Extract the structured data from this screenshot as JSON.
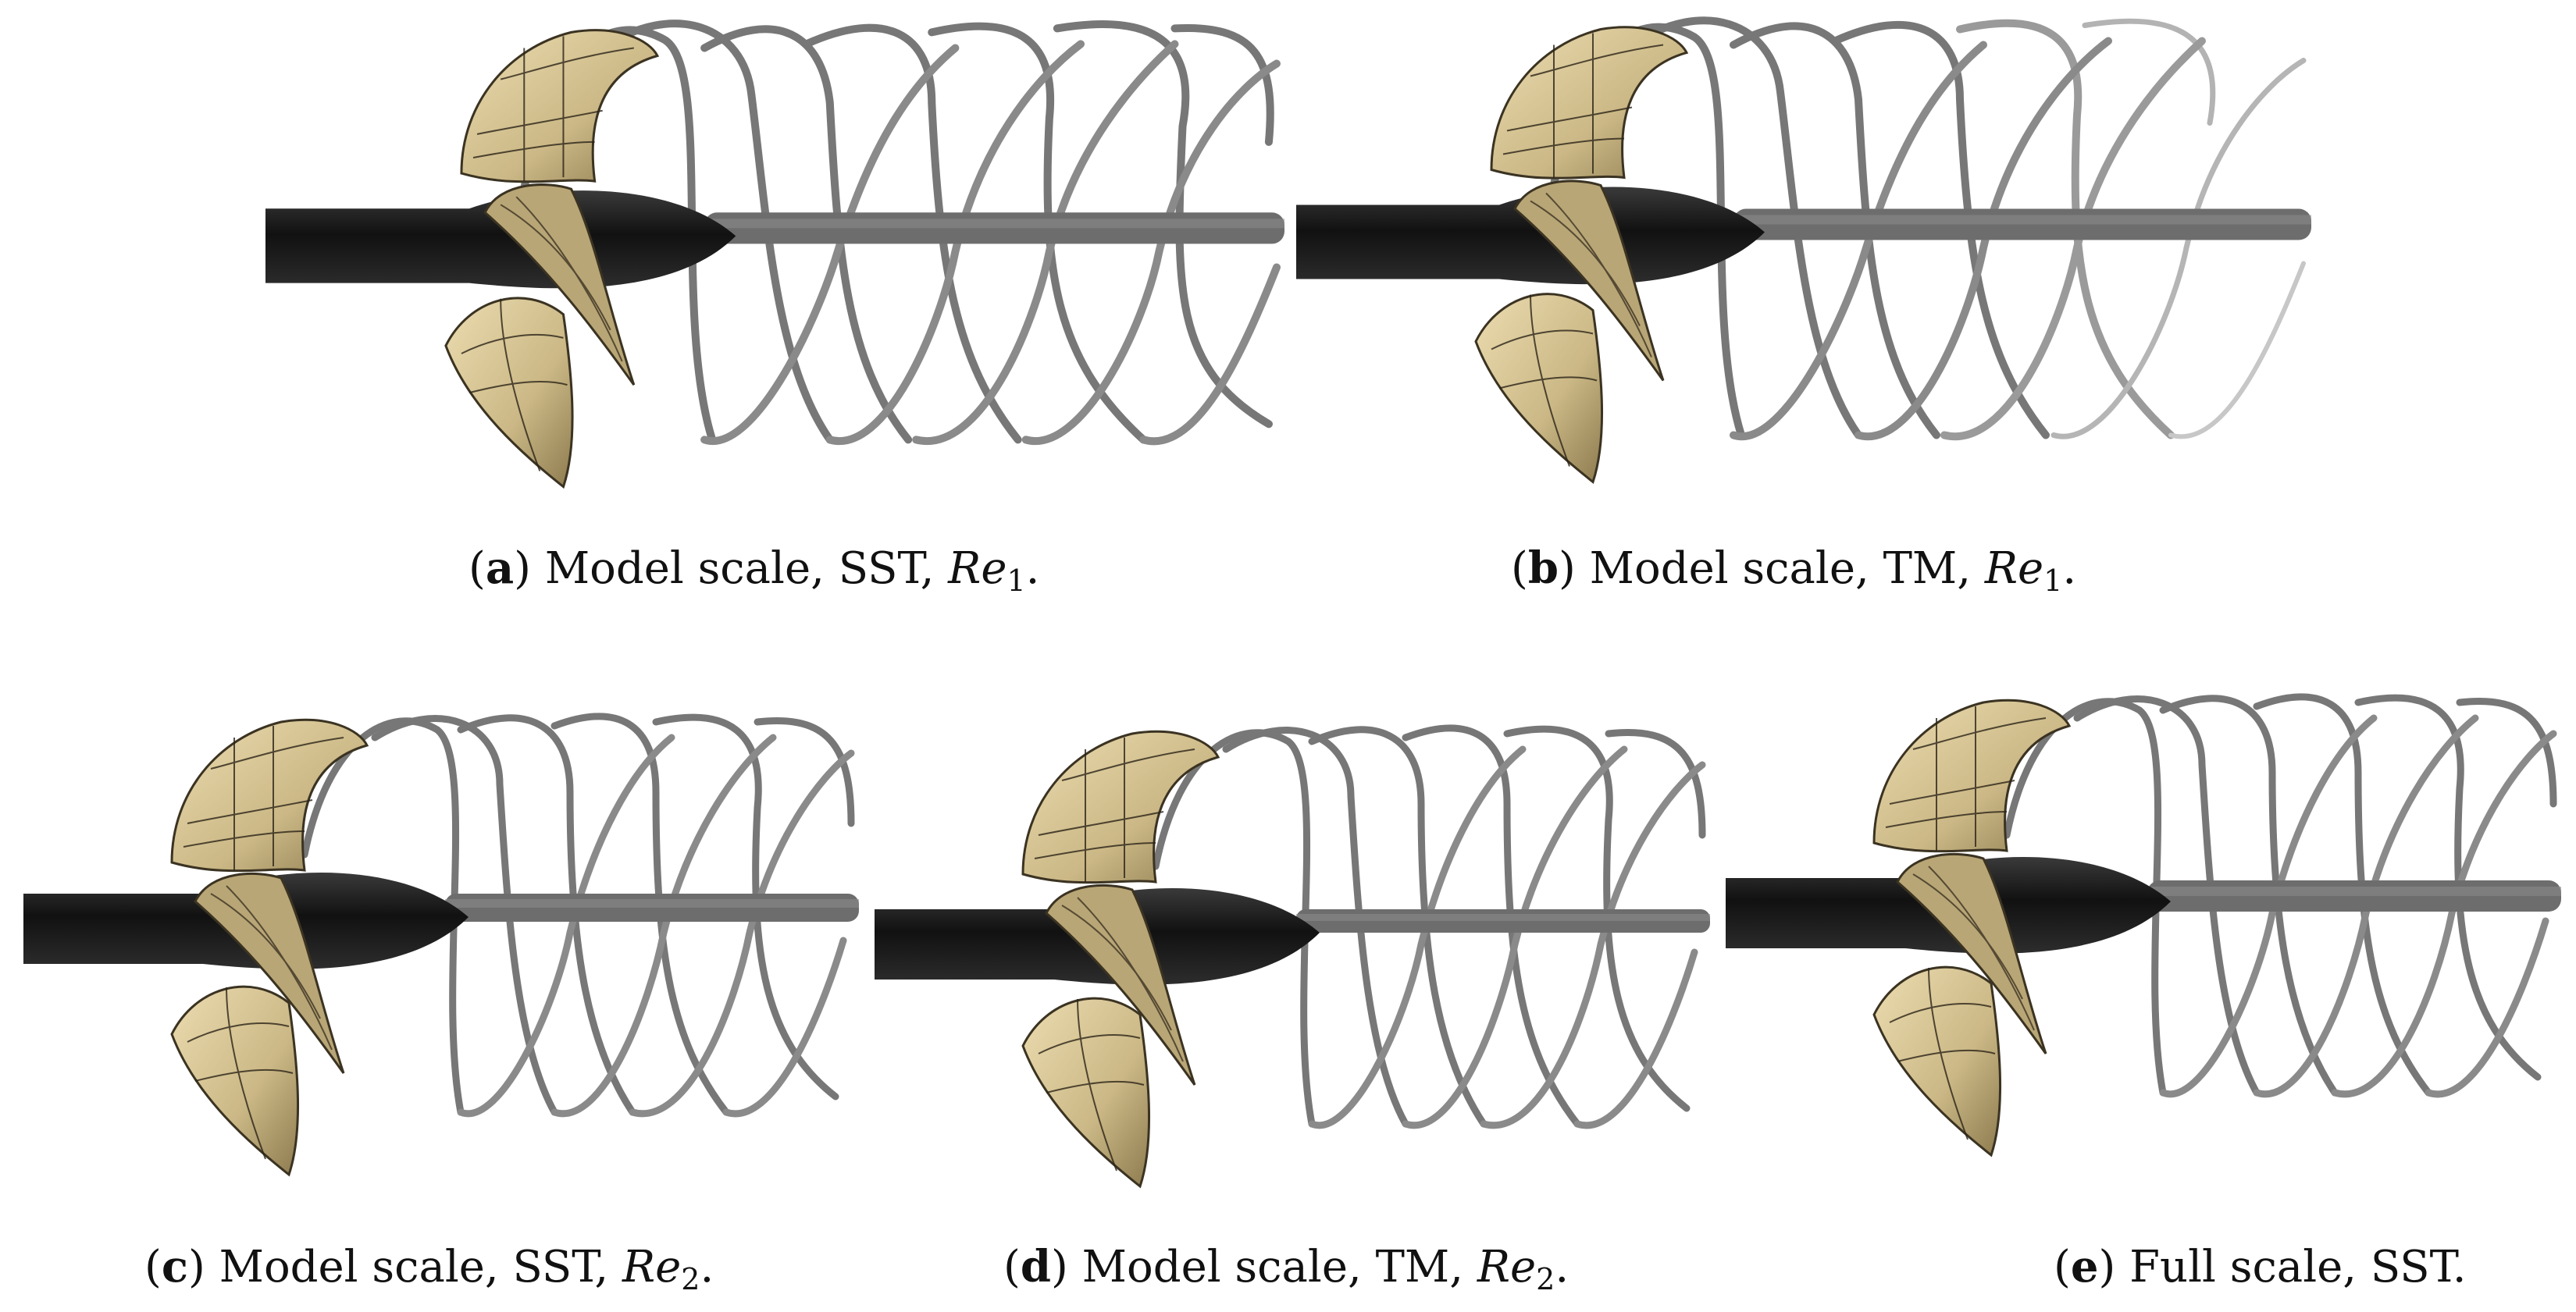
{
  "figure": {
    "panels": [
      {
        "id": "a",
        "letter": "a",
        "text": "Model scale, SST, ",
        "math": "Re",
        "sub": "1",
        "end": "."
      },
      {
        "id": "b",
        "letter": "b",
        "text": "Model scale, TM, ",
        "math": "Re",
        "sub": "1",
        "end": "."
      },
      {
        "id": "c",
        "letter": "c",
        "text": "Model scale, SST, ",
        "math": "Re",
        "sub": "2",
        "end": "."
      },
      {
        "id": "d",
        "letter": "d",
        "text": "Model scale, TM, ",
        "math": "Re",
        "sub": "2",
        "end": "."
      },
      {
        "id": "e",
        "letter": "e",
        "text": "Full scale, SST.",
        "math": "",
        "sub": "",
        "end": ""
      }
    ]
  },
  "colors": {
    "blade": "#d7c698",
    "blade_dark": "#8f7d50",
    "hub": "#151515",
    "vortex": "#7d7d7d",
    "vortex_dark": "#555555"
  }
}
